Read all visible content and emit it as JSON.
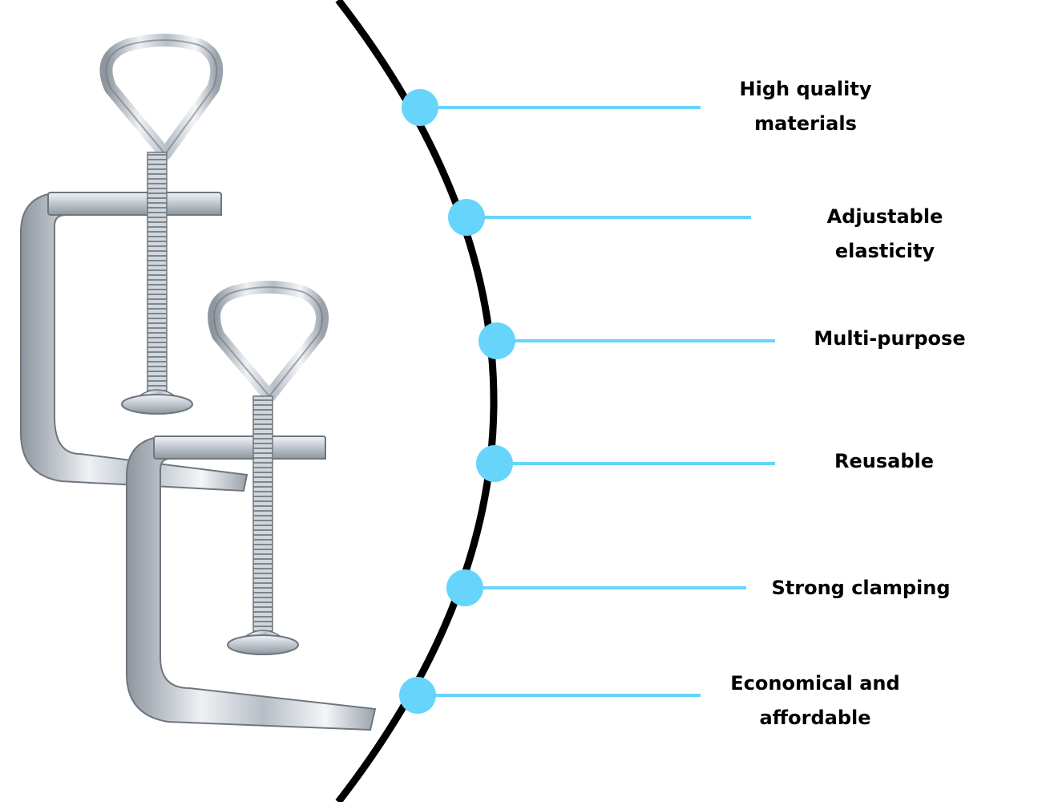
{
  "colors": {
    "accent": "#66d4fb",
    "curve": "#000000",
    "text": "#000000",
    "metal": "#c9ced4"
  },
  "product": {
    "icon": "c-clamp-icon"
  },
  "features": [
    {
      "label": "High quality\nmaterials",
      "icon": "dot-marker-icon"
    },
    {
      "label": "Adjustable elasticity",
      "icon": "dot-marker-icon"
    },
    {
      "label": "Multi-purpose",
      "icon": "dot-marker-icon"
    },
    {
      "label": "Reusable",
      "icon": "dot-marker-icon"
    },
    {
      "label": "Strong clamping",
      "icon": "dot-marker-icon"
    },
    {
      "label": "Economical and\naffordable",
      "icon": "dot-marker-icon"
    }
  ]
}
